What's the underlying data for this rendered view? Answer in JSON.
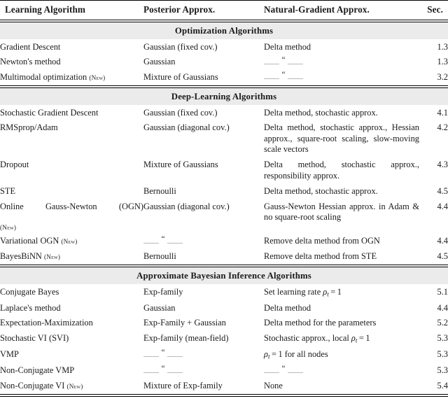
{
  "table": {
    "columns": [
      {
        "key": "algorithm",
        "label": "Learning Algorithm",
        "align": "left"
      },
      {
        "key": "posterior",
        "label": "Posterior Approx.",
        "align": "left"
      },
      {
        "key": "natgrad",
        "label": "Natural-Gradient Approx.",
        "align": "left"
      },
      {
        "key": "section",
        "label": "Sec.",
        "align": "right"
      }
    ],
    "ditto_symbol": "“",
    "new_tag": "(New)",
    "sections": [
      {
        "title": "Optimization Algorithms",
        "rows": [
          {
            "algorithm": "Gradient Descent",
            "is_new": false,
            "posterior": "Gaussian (fixed cov.)",
            "natgrad": "Delta method",
            "section": "1.3"
          },
          {
            "algorithm": "Newton's method",
            "is_new": false,
            "posterior": "Gaussian",
            "natgrad": "__DITTO__",
            "section": "1.3"
          },
          {
            "algorithm": "Multimodal optimization",
            "is_new": true,
            "posterior": "Mixture of Gaussians",
            "natgrad": "__DITTO__",
            "section": "3.2"
          }
        ]
      },
      {
        "title": "Deep-Learning Algorithms",
        "rows": [
          {
            "algorithm": "Stochastic Gradient Descent",
            "is_new": false,
            "posterior": "Gaussian (fixed cov.)",
            "natgrad": "Delta method, stochastic approx.",
            "section": "4.1"
          },
          {
            "algorithm": "RMSprop/Adam",
            "is_new": false,
            "posterior": "Gaussian (diagonal cov.)",
            "natgrad": "Delta method, stochastic approx., Hessian approx., square-root scaling, slow-moving scale vectors",
            "section": "4.2"
          },
          {
            "algorithm": "Dropout",
            "is_new": false,
            "posterior": "Mixture of Gaussians",
            "natgrad": "Delta method, stochastic approx., responsibility approx.",
            "section": "4.3"
          },
          {
            "algorithm": "STE",
            "is_new": false,
            "posterior": "Bernoulli",
            "natgrad": "Delta method, stochastic approx.",
            "section": "4.5"
          },
          {
            "algorithm": "Online Gauss-Newton (OGN)",
            "is_new": true,
            "new_on_own_line": true,
            "justify_algorithm": true,
            "posterior": "Gaussian (diagonal cov.)",
            "natgrad": "Gauss-Newton Hessian approx. in Adam & no square-root scaling",
            "section": "4.4"
          },
          {
            "algorithm": "Variational OGN",
            "is_new": true,
            "posterior": "__DITTO__",
            "natgrad": "Remove delta method from OGN",
            "section": "4.4"
          },
          {
            "algorithm": "BayesBiNN",
            "is_new": true,
            "posterior": "Bernoulli",
            "natgrad": "Remove delta method from STE",
            "section": "4.5"
          }
        ]
      },
      {
        "title": "Approximate Bayesian Inference Algorithms",
        "rows": [
          {
            "algorithm": "Conjugate Bayes",
            "is_new": false,
            "posterior": "Exp-family",
            "natgrad": "Set learning rate __RHO_EQ_1__",
            "section": "5.1"
          },
          {
            "algorithm": "Laplace's method",
            "is_new": false,
            "posterior": "Gaussian",
            "natgrad": "Delta method",
            "section": "4.4"
          },
          {
            "algorithm": "Expectation-Maximization",
            "is_new": false,
            "posterior": "Exp-Family + Gaussian",
            "natgrad": "Delta method for the parameters",
            "section": "5.2"
          },
          {
            "algorithm": "Stochastic VI (SVI)",
            "is_new": false,
            "posterior": "Exp-family (mean-field)",
            "natgrad": "Stochastic approx., local __RHO_EQ_1__",
            "section": "5.3"
          },
          {
            "algorithm": "VMP",
            "is_new": false,
            "posterior": "__DITTO__",
            "natgrad": "__RHO_EQ_1__ for all nodes",
            "section": "5.3"
          },
          {
            "algorithm": "Non-Conjugate VMP",
            "is_new": false,
            "posterior": "__DITTO__",
            "natgrad": "__DITTO__",
            "section": "5.3"
          },
          {
            "algorithm": "Non-Conjugate VI",
            "is_new": true,
            "posterior": "Mixture of Exp-family",
            "natgrad": "None",
            "section": "5.4"
          }
        ]
      }
    ]
  },
  "math": {
    "rho_symbol": "ρ",
    "rho_subscript": "t",
    "equals": "=",
    "one": "1"
  },
  "colors": {
    "section_band": "#ebebeb",
    "rule": "#000000",
    "text": "#1a1a1a",
    "ditto_rule": "#b9b9b9"
  }
}
